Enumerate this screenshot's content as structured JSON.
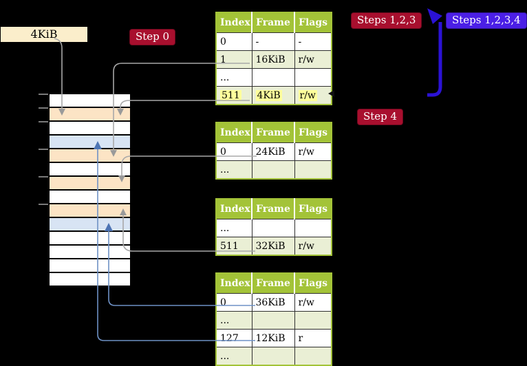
{
  "labels": {
    "page_size": "4KiB",
    "step0": "Step 0",
    "steps123": "Steps 1,2,3",
    "steps1234": "Steps 1,2,3,4",
    "step4": "Step 4"
  },
  "colors": {
    "background": "#000000",
    "badge_red": "#a80f2e",
    "badge_blue": "#4b1fe6",
    "table_header_green": "#a3c338",
    "table_row_shaded": "#eaefd5",
    "highlight_yellow": "#ffff9b",
    "mem_frame_peach": "#fce4c5",
    "mem_frame_blue": "#d8e4f4",
    "gray_line": "#a8a8a8",
    "gray_arrow": "#9a9a9a",
    "blue_line": "#6e91c5",
    "blue_arrow": "#4d74b4",
    "big_arrow_blue": "#2b12d5",
    "anchor_mark": "#111111"
  },
  "tables": [
    {
      "name": "page-table-top",
      "headers": [
        "Index",
        "Frame",
        "Flags"
      ],
      "rows": [
        {
          "cells": [
            "0",
            "-",
            "-"
          ],
          "shaded": false,
          "highlighted": false
        },
        {
          "cells": [
            "1",
            "16KiB",
            "r/w"
          ],
          "shaded": true,
          "highlighted": false
        },
        {
          "cells": [
            "...",
            "",
            ""
          ],
          "shaded": false,
          "highlighted": false
        },
        {
          "cells": [
            "511",
            "4KiB",
            "r/w"
          ],
          "shaded": true,
          "highlighted": true
        }
      ]
    },
    {
      "name": "page-table-second",
      "headers": [
        "Index",
        "Frame",
        "Flags"
      ],
      "rows": [
        {
          "cells": [
            "0",
            "24KiB",
            "r/w"
          ],
          "shaded": false,
          "highlighted": false
        },
        {
          "cells": [
            "...",
            "",
            ""
          ],
          "shaded": true,
          "highlighted": false
        }
      ]
    },
    {
      "name": "page-table-third",
      "headers": [
        "Index",
        "Frame",
        "Flags"
      ],
      "rows": [
        {
          "cells": [
            "...",
            "",
            ""
          ],
          "shaded": false,
          "highlighted": false
        },
        {
          "cells": [
            "511",
            "32KiB",
            "r/w"
          ],
          "shaded": true,
          "highlighted": false
        }
      ]
    },
    {
      "name": "page-table-bottom",
      "headers": [
        "Index",
        "Frame",
        "Flags"
      ],
      "rows": [
        {
          "cells": [
            "0",
            "36KiB",
            "r/w"
          ],
          "shaded": false,
          "highlighted": false
        },
        {
          "cells": [
            "...",
            "",
            ""
          ],
          "shaded": true,
          "highlighted": false
        },
        {
          "cells": [
            "127",
            "12KiB",
            "r"
          ],
          "shaded": false,
          "highlighted": false
        },
        {
          "cells": [
            "...",
            "",
            ""
          ],
          "shaded": true,
          "highlighted": false
        }
      ]
    }
  ],
  "memory_strip": {
    "rows": [
      {
        "color": "white"
      },
      {
        "color": "peach"
      },
      {
        "color": "white"
      },
      {
        "color": "blue"
      },
      {
        "color": "peach"
      },
      {
        "color": "white"
      },
      {
        "color": "peach"
      },
      {
        "color": "white"
      },
      {
        "color": "peach"
      },
      {
        "color": "blue"
      },
      {
        "color": "white"
      },
      {
        "color": "white"
      },
      {
        "color": "white"
      },
      {
        "color": "white"
      }
    ]
  }
}
